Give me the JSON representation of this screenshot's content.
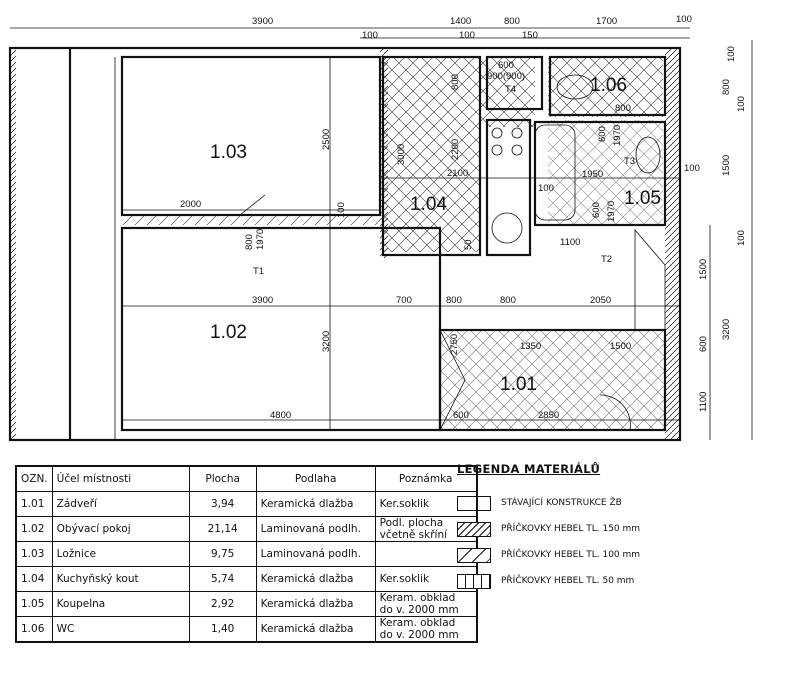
{
  "plan": {
    "rooms": {
      "r101": "1.01",
      "r102": "1.02",
      "r103": "1.03",
      "r104": "1.04",
      "r105": "1.05",
      "r106": "1.06"
    },
    "dims": [
      "3900",
      "1400",
      "800",
      "1700",
      "100",
      "100",
      "100",
      "150",
      "2500",
      "3000",
      "800",
      "2200",
      "2100",
      "2000",
      "100",
      "800",
      "1970",
      "T1",
      "600",
      "900(900)",
      "T4",
      "800",
      "600",
      "1970",
      "T3",
      "1950",
      "100",
      "600",
      "1970",
      "1100",
      "T2",
      "50",
      "3900",
      "700",
      "800",
      "800",
      "2050",
      "3200",
      "2750",
      "1350",
      "1500",
      "4800",
      "600",
      "2850",
      "100",
      "100",
      "800",
      "100",
      "1500",
      "100",
      "1500",
      "3200",
      "600",
      "1100"
    ]
  },
  "table": {
    "headers": [
      "OZN.",
      "Účel místnosti",
      "Plocha",
      "Podlaha",
      "Poznámka"
    ],
    "rows": [
      {
        "id": "1.01",
        "name": "Zádveří",
        "area": "3,94",
        "floor": "Keramická dlažba",
        "note1": "Ker.soklik",
        "note2": ""
      },
      {
        "id": "1.02",
        "name": "Obývací pokoj",
        "area": "21,14",
        "floor": "Laminovaná podlh.",
        "note1": "Podl. plocha",
        "note2": "včetně skříní"
      },
      {
        "id": "1.03",
        "name": "Ložnice",
        "area": "9,75",
        "floor": "Laminovaná podlh.",
        "note1": "",
        "note2": ""
      },
      {
        "id": "1.04",
        "name": "Kuchyňský kout",
        "area": "5,74",
        "floor": "Keramická dlažba",
        "note1": "Ker.soklik",
        "note2": ""
      },
      {
        "id": "1.05",
        "name": "Koupelna",
        "area": "2,92",
        "floor": "Keramická dlažba",
        "note1": "Keram. obklad",
        "note2": "do v. 2000 mm"
      },
      {
        "id": "1.06",
        "name": "WC",
        "area": "1,40",
        "floor": "Keramická dlažba",
        "note1": "Keram. obklad",
        "note2": "do v. 2000 mm"
      }
    ]
  },
  "legend": {
    "title": "LEGENDA MATERIÁLŮ",
    "items": [
      "STÁVAJÍCÍ KONSTRUKCE ŽB",
      "PŘÍČKOVKY HEBEL TL. 150 mm",
      "PŘÍČKOVKY HEBEL TL. 100 mm",
      "PŘÍČKOVKY HEBEL TL. 50 mm"
    ]
  }
}
